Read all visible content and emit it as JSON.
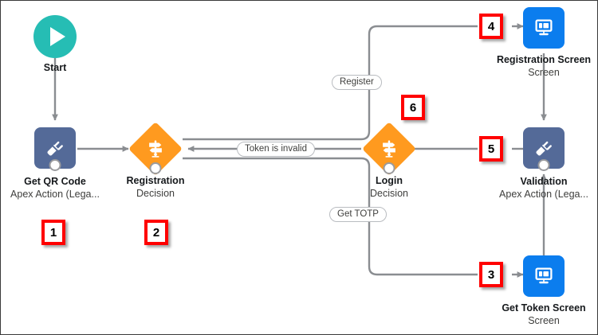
{
  "diagram": {
    "title": "Salesforce Flow Builder canvas",
    "background": "#ffffff",
    "border_color": "#3a3a3a",
    "colors": {
      "start": "#26bdb4",
      "apex_action": "#546a98",
      "screen": "#0b7dee",
      "decision": "#ff9a1f",
      "connector": "#8a8d91",
      "badge_border": "#ff0000",
      "badge_fill": "#ffffff"
    }
  },
  "nodes": [
    {
      "id": "start",
      "icon": "play-icon",
      "name": "Start",
      "type": "",
      "shape": "circle"
    },
    {
      "id": "get-qr-code",
      "icon": "plug-icon",
      "name": "Get QR Code",
      "type": "Apex Action (Lega...",
      "shape": "square"
    },
    {
      "id": "registration",
      "icon": "signpost-icon",
      "name": "Registration",
      "type": "Decision",
      "shape": "diamond"
    },
    {
      "id": "login",
      "icon": "signpost-icon",
      "name": "Login",
      "type": "Decision",
      "shape": "diamond"
    },
    {
      "id": "registration-screen",
      "icon": "monitor-icon",
      "name": "Registration Screen",
      "type": "Screen",
      "shape": "square"
    },
    {
      "id": "validation",
      "icon": "plug-icon",
      "name": "Validation",
      "type": "Apex Action (Lega...",
      "shape": "square"
    },
    {
      "id": "get-token-screen",
      "icon": "monitor-icon",
      "name": "Get Token Screen",
      "type": "Screen",
      "shape": "square"
    }
  ],
  "connector_labels": [
    {
      "id": "register",
      "text": "Register"
    },
    {
      "id": "token-is-invalid",
      "text": "Token is invalid"
    },
    {
      "id": "get-totp",
      "text": "Get TOTP"
    }
  ],
  "badges": [
    {
      "id": "badge-1",
      "number": "1"
    },
    {
      "id": "badge-2",
      "number": "2"
    },
    {
      "id": "badge-3",
      "number": "3"
    },
    {
      "id": "badge-4",
      "number": "4"
    },
    {
      "id": "badge-5",
      "number": "5"
    },
    {
      "id": "badge-6",
      "number": "6"
    }
  ]
}
